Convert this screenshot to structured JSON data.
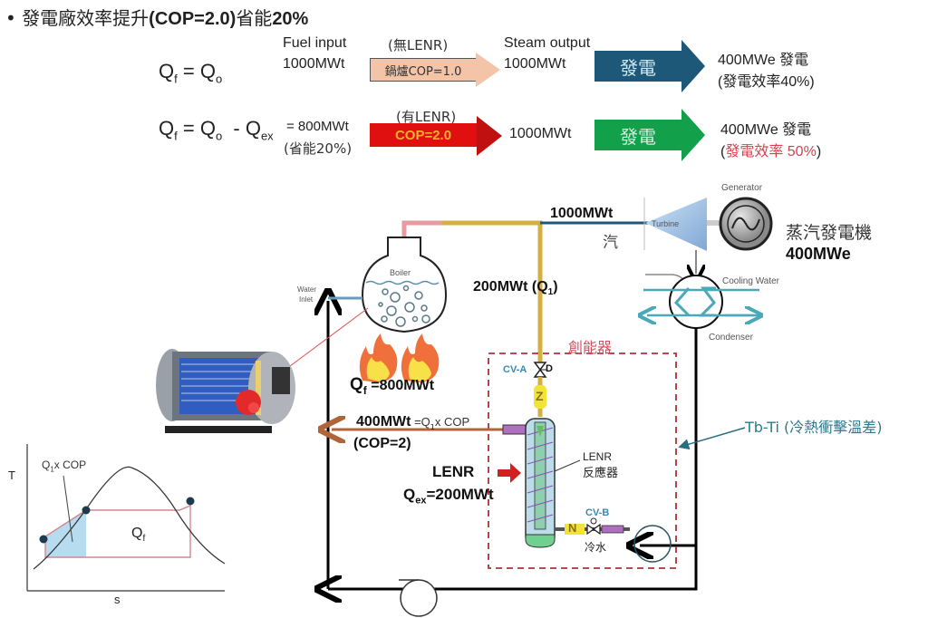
{
  "title": {
    "bullet": "•",
    "prefix": "發電廠效率提升",
    "bold_mid": "(COP=2.0)",
    "mid": "省能",
    "bold_end": "20%"
  },
  "row1": {
    "equation_lhs": "Q",
    "equation_lhs_sub": "f",
    "equation_eq": " = Q",
    "equation_rhs_sub": "o",
    "fuel_label": "Fuel input",
    "fuel_value": "1000MWt",
    "arrow_top_label": "(無LENR)",
    "arrow_label": "鍋爐COP=1.0",
    "steam_label": "Steam output",
    "steam_value": "1000MWt",
    "gen_arrow_label": "發電",
    "result_line1": "400MWe 發電",
    "result_line2": "(發電效率40%)",
    "colors": {
      "cop_arrow": "#f4c4a8",
      "gen_arrow": "#1e5878"
    }
  },
  "row2": {
    "equation_lhs": "Q",
    "equation_lhs_sub": "f",
    "equation_mid": " = Q",
    "equation_mid_sub": "o",
    "equation_minus": "  - Q",
    "equation_ex_sub": "ex",
    "value": "= 800MWt",
    "saving": "(省能20%)",
    "arrow_top_label": "(有LENR)",
    "arrow_label": "COP=2.0",
    "steam_value": "1000MWt",
    "gen_arrow_label": "發電",
    "result_line1": "400MWe 發電",
    "result_line2_open": "(",
    "result_line2_red": "發電效率 50%",
    "result_line2_close": ")",
    "colors": {
      "cop_arrow": "#e01010",
      "cop_text": "#f5b030",
      "gen_arrow": "#12a04a",
      "red_text": "#d84050"
    }
  },
  "diagram": {
    "steam_power": "1000MWt",
    "steam_char": "汽",
    "turbine_label": "Turbine",
    "generator_label": "Generator",
    "generator_name": "蒸汽發電機",
    "generator_output": "400MWe",
    "cooling_water_label": "Cooling Water",
    "condenser_label": "Condenser",
    "boiler_label": "Boiler",
    "water_inlet_line1": "Water",
    "water_inlet_line2": "Inlet",
    "q1_label": "200MWt (Q",
    "q1_sub": "1",
    "q1_close": ")",
    "energy_creator_label": "創能器",
    "qf_label": "Q",
    "qf_sub": "f",
    "qf_value": " =800MWt",
    "cv_a_label": "CV-A",
    "cv_b_label": "CV-B",
    "return_power": "400MWt",
    "return_formula_pre": " =Q",
    "return_formula_sub": "1",
    "return_formula_post": "x COP",
    "cop_note": "(COP=2)",
    "lenr_label": "LENR",
    "qex_label": "Q",
    "qex_sub": "ex",
    "qex_value": "=200MWt",
    "reactor_label_line1": "LENR",
    "reactor_label_line2": "反應器",
    "cold_water_label": "冷水",
    "temp_diff_label": "Tb-Ti (冷熱衝擊溫差)",
    "valve_d_label": "D",
    "z_label": "Z",
    "n_label": "N"
  },
  "ts_chart": {
    "y_axis_label": "T",
    "x_axis_label": "s",
    "annotation_pre": "Q",
    "annotation_sub": "1",
    "annotation_post": "x COP",
    "region_label": "Q",
    "region_sub": "f"
  }
}
